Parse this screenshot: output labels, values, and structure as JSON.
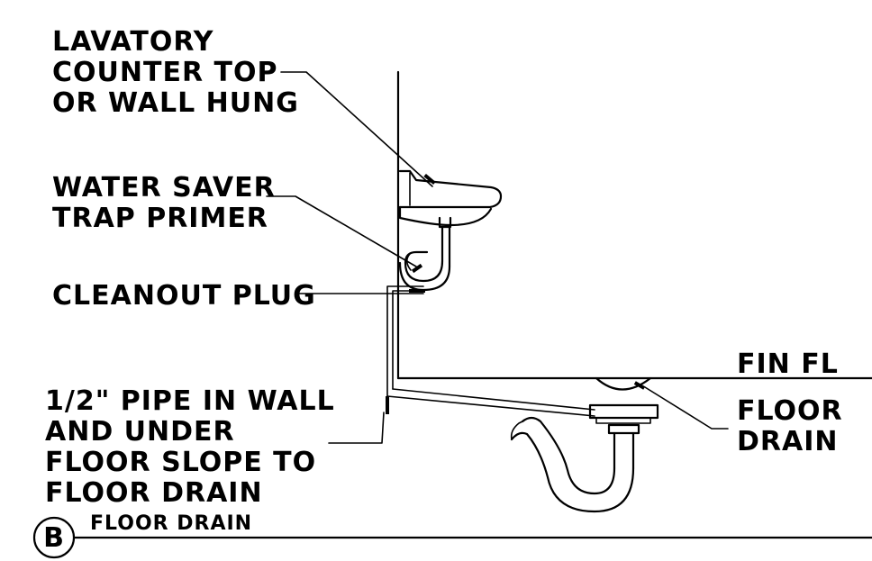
{
  "labels": {
    "lavatory": [
      "LAVATORY",
      "COUNTER TOP",
      "OR WALL HUNG"
    ],
    "trap_primer": [
      "WATER SAVER",
      "TRAP PRIMER"
    ],
    "cleanout": "CLEANOUT PLUG",
    "pipe_note": [
      "1/2\" PIPE IN WALL",
      "AND UNDER",
      "FLOOR SLOPE TO",
      "FLOOR DRAIN"
    ],
    "finish_floor": "FIN FL",
    "floor_drain": [
      "FLOOR",
      "DRAIN"
    ]
  },
  "title_block": {
    "detail_tag": "B",
    "title": "FLOOR DRAIN"
  },
  "colors": {
    "ink": "#000000",
    "paper": "#ffffff"
  }
}
